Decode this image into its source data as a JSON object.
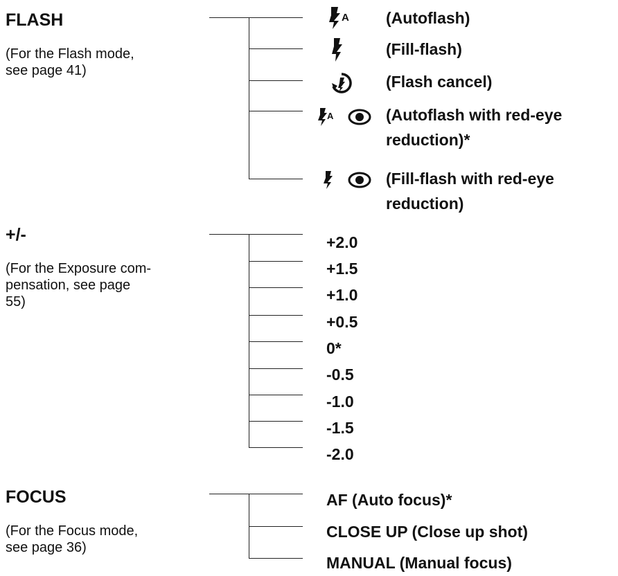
{
  "flash": {
    "title": "FLASH",
    "note": [
      "(For the Flash mode,",
      "see page 41)"
    ],
    "options": [
      [
        "(Autoflash)"
      ],
      [
        "(Fill-flash)"
      ],
      [
        "(Flash cancel)"
      ],
      [
        "(Autoflash with red-eye",
        "reduction)*"
      ],
      [
        "(Fill-flash with red-eye",
        "reduction)"
      ]
    ],
    "icons": [
      "autoflash-icon",
      "fill-flash-icon",
      "flash-cancel-icon",
      "autoflash-red-eye-icon",
      "fill-flash-red-eye-icon"
    ],
    "icon_letter": "A"
  },
  "exposure": {
    "title": "+/-",
    "note": [
      "(For the Exposure com-",
      "pensation, see page",
      "55)"
    ],
    "options": [
      "+2.0",
      "+1.5",
      "+1.0",
      "+0.5",
      "0*",
      "-0.5",
      "-1.0",
      "-1.5",
      "-2.0"
    ]
  },
  "focus": {
    "title": "FOCUS",
    "note": [
      "(For the Focus mode,",
      "see page 36)"
    ],
    "options": [
      "AF (Auto focus)*",
      "CLOSE UP (Close up shot)",
      "MANUAL (Manual focus)"
    ]
  }
}
